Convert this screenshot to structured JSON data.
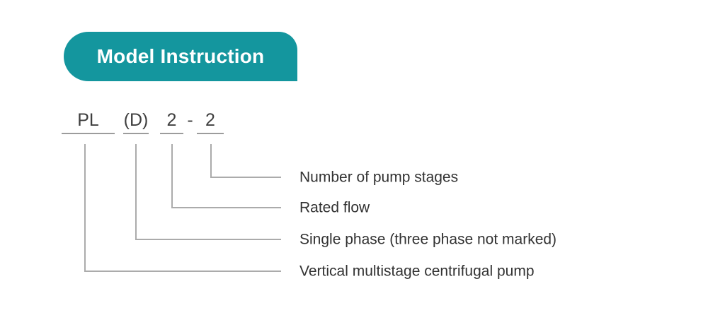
{
  "badge": {
    "label": "Model Instruction",
    "background_color": "#14969e",
    "text_color": "#ffffff"
  },
  "model_code": {
    "separator": "-",
    "parts": [
      {
        "text": "PL",
        "meaning": "Vertical multistage centrifugal pump"
      },
      {
        "text": "(D)",
        "meaning": "Single phase (three phase not marked)"
      },
      {
        "text": "2",
        "meaning": "Rated flow"
      },
      {
        "text": "2",
        "meaning": "Number of pump stages"
      }
    ]
  },
  "colors": {
    "connector_line": "#ababab",
    "underline": "#9c9c9c",
    "code_text": "#3f3f3f",
    "label_text": "#323232",
    "background": "#ffffff"
  }
}
